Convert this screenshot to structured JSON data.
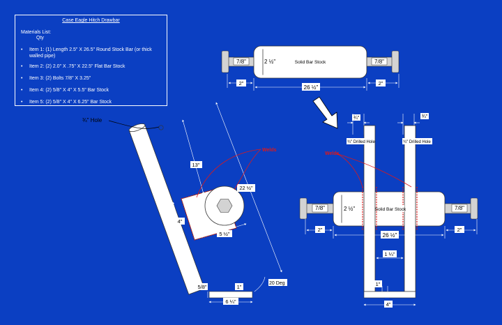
{
  "title": "Case Eagle Hitch Drawbar",
  "materials": {
    "header": "Materials List:",
    "qty_header": "Qty",
    "items": [
      "Item 1:  (1) Length 2.5\" X 26.5\" Round Stock Bar (or thick walled pipe)",
      "Item 2:  (2) 2.0\" X .75\" X 22.5\" Flat Bar Stock",
      "Item 3:  (2) Bolts 7/8\" X 3.25\"",
      "Item 4:  (2) 5/8\" X 4\" X 5.5\" Bar Stock",
      "Item 5:  (2) 5/8\" X 4\" X 6.25\" Bar Stock"
    ]
  },
  "top_view": {
    "bar_label": "Solid Bar Stock",
    "bolt_left": "7/8\"",
    "bolt_right": "7/8\"",
    "height_dim": "2 ½\"",
    "left_end_dim": "2\"",
    "right_end_dim": "2\"",
    "length_dim": "26 ½\""
  },
  "side_view": {
    "hole_label": "¾\" Hole",
    "dim_13": "13\"",
    "dim_22": "22 ½\"",
    "dim_4": "4\"",
    "dim_5": "5 ½\"",
    "dim_58": "5/8\"",
    "dim_1": "1\"",
    "dim_6": "6 ¼\"",
    "angle": "20 Deg",
    "welds": "Welds"
  },
  "front_view": {
    "welds": "Welds",
    "top_left_dim": "¾\"",
    "top_right_dim": "¾\"",
    "hole_left": "¾\" Drilled Hole",
    "hole_right": "¾\" Drilled Hole",
    "bar_label": "Solid Bar Stock",
    "bolt_left": "7/8\"",
    "bolt_right": "7/8\"",
    "height_dim": "2 ½\"",
    "left_end_dim": "2\"",
    "right_end_dim": "2\"",
    "length_dim": "26 ½\"",
    "gap_dim": "1 ¼\"",
    "foot_dim": "1\"",
    "foot_width": "4\""
  },
  "colors": {
    "background": "#0b3fc2",
    "line": "#ffffff",
    "part_fill": "#ffffff",
    "bolt_fill": "#d3d3d3",
    "weld": "#e01818"
  }
}
